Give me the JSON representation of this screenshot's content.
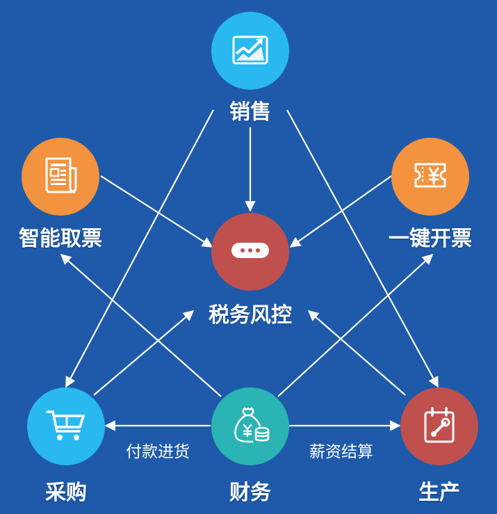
{
  "colors": {
    "background": "#1e5aa9",
    "cyan": "#29b9f0",
    "orange": "#f3923f",
    "red": "#c0504d",
    "teal": "#2ab5b4",
    "arrow": "#ffffff"
  },
  "nodes": {
    "sales": {
      "label": "销售",
      "icon": "trend-chart-icon"
    },
    "smart_ticket": {
      "label": "智能取票",
      "icon": "document-icon"
    },
    "invoice": {
      "label": "一键开票",
      "icon": "yen-invoice-icon"
    },
    "tax_risk": {
      "label": "税务风控",
      "icon": "password-icon"
    },
    "purchase": {
      "label": "采购",
      "icon": "cart-icon"
    },
    "finance": {
      "label": "财务",
      "icon": "money-bag-icon"
    },
    "production": {
      "label": "生产",
      "icon": "tools-calendar-icon"
    }
  },
  "edges": {
    "payment_purchase": "付款进货",
    "salary_settlement": "薪资结算"
  }
}
